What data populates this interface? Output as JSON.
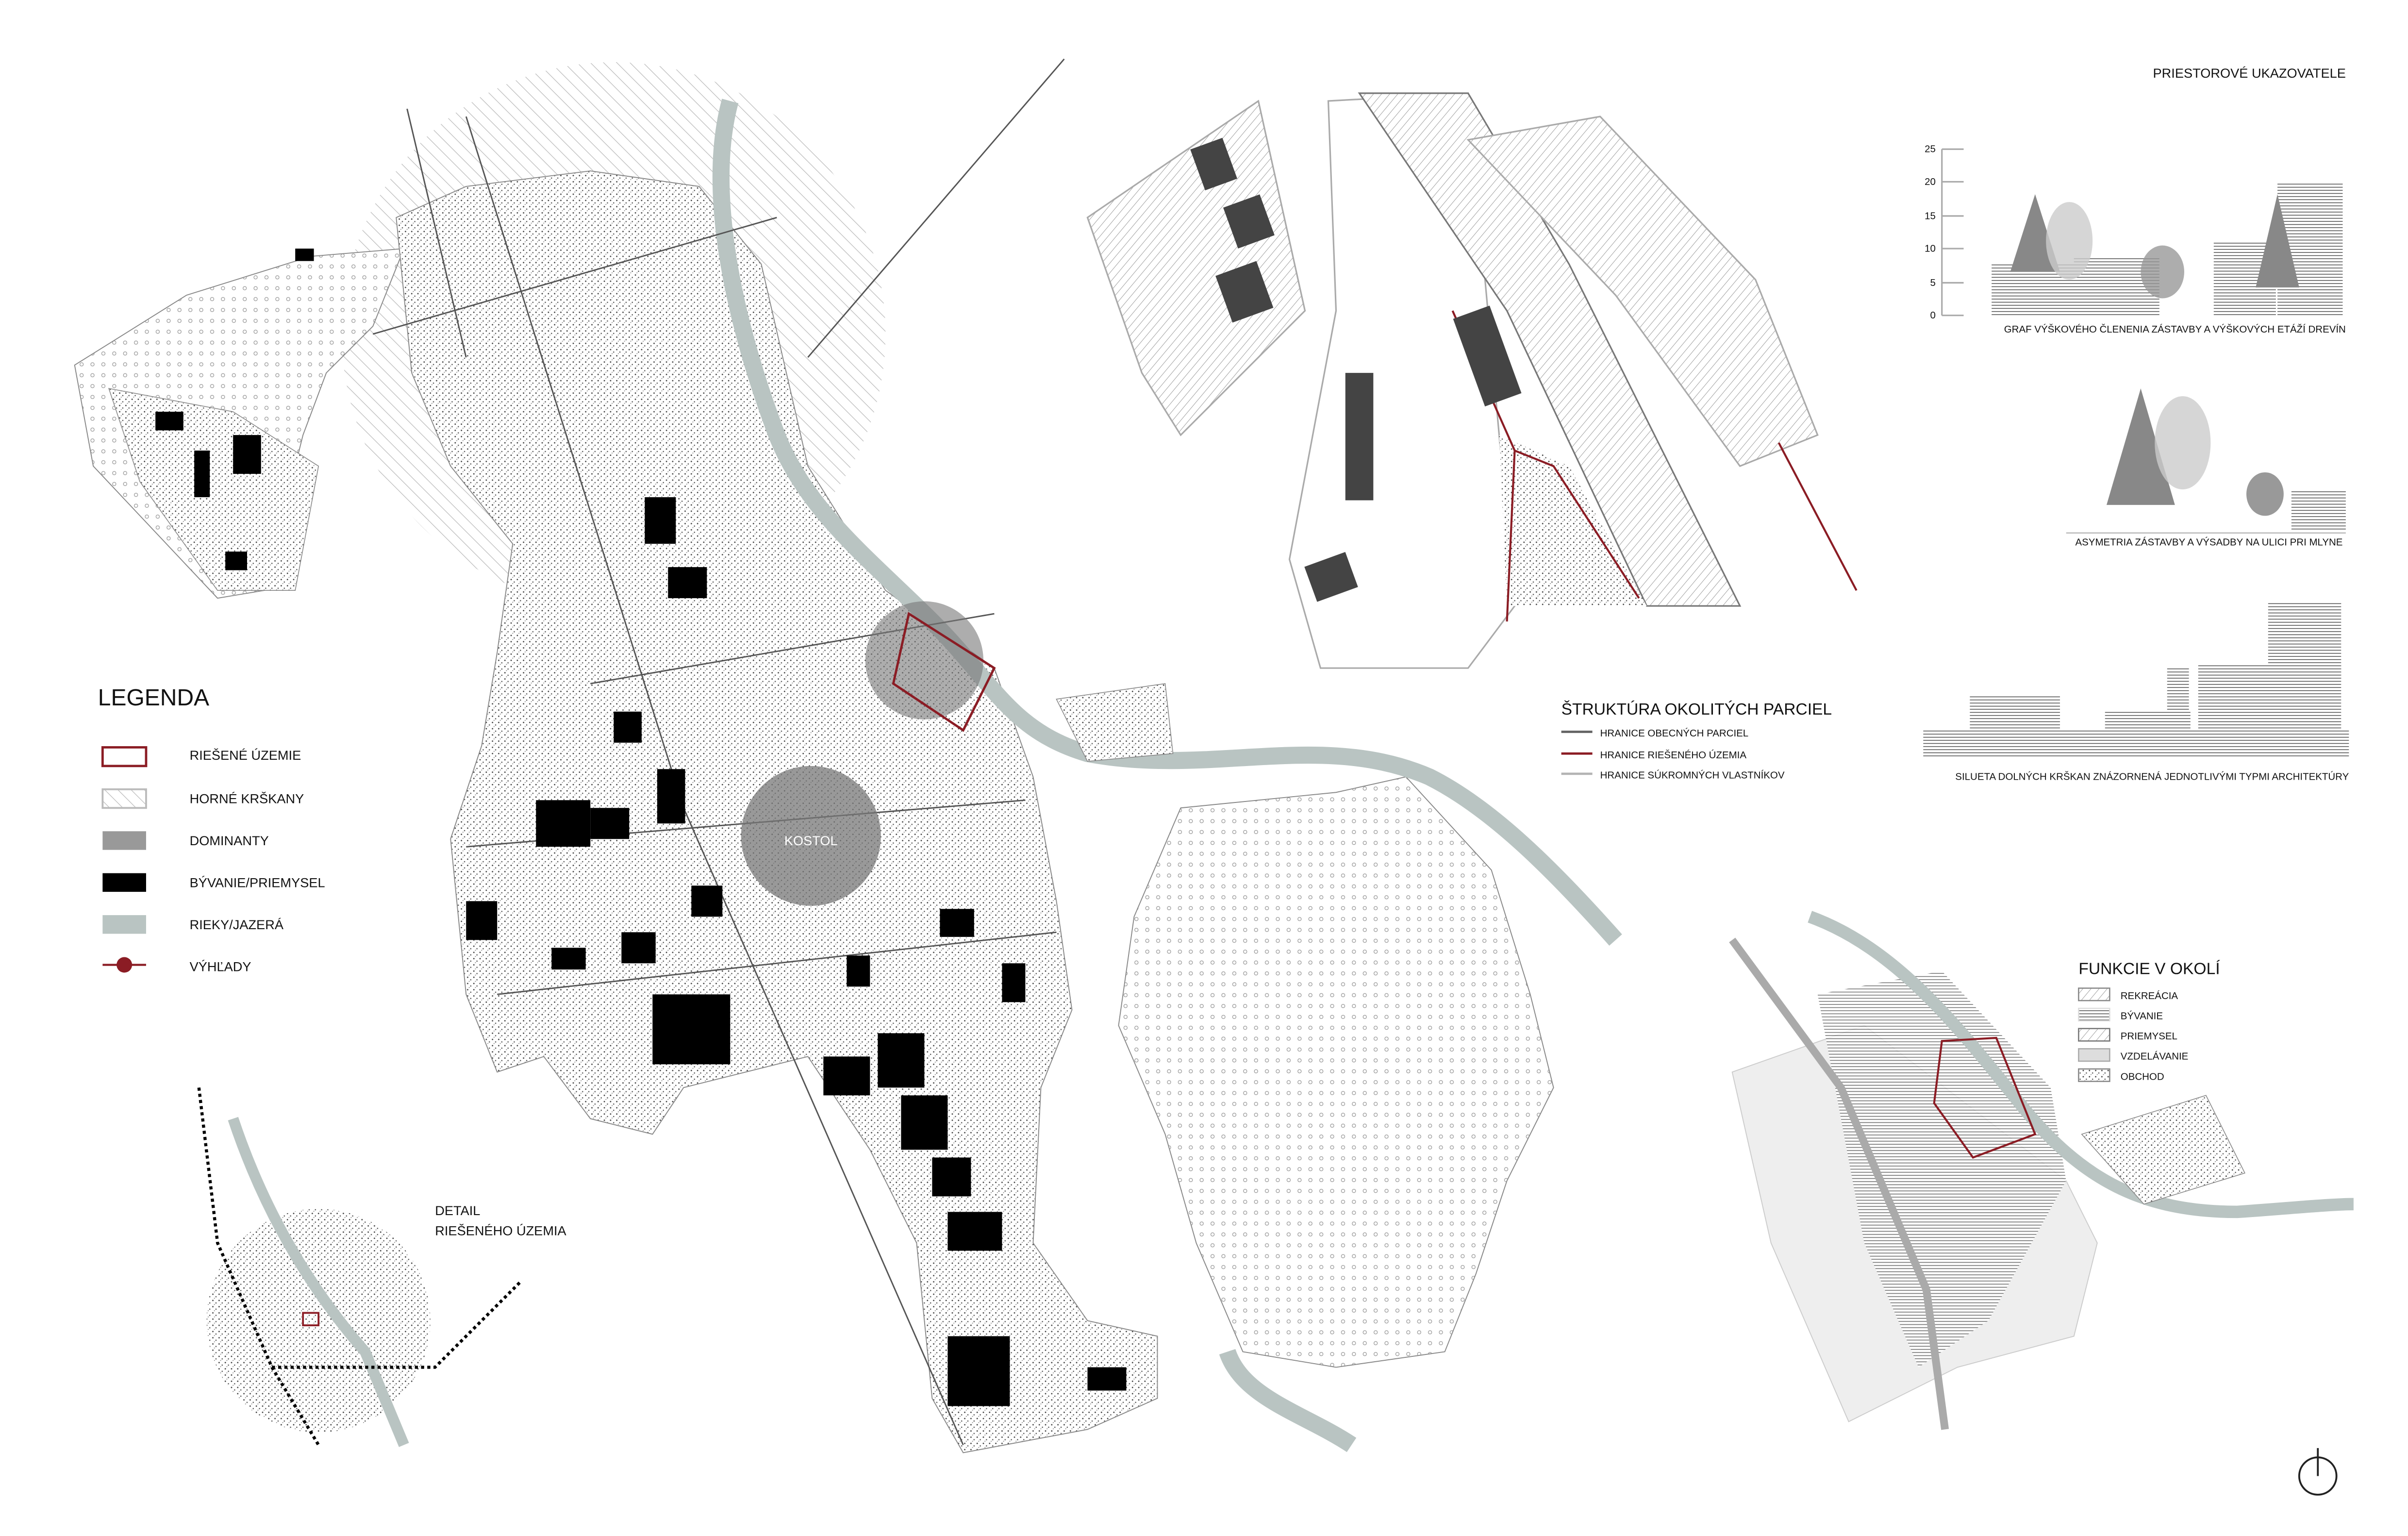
{
  "legend": {
    "title": "LEGENDA",
    "items": [
      {
        "label": "RIEŠENÉ ÚZEMIE",
        "icon": "red-outline-rect"
      },
      {
        "label": "HORNÉ KRŠKANY",
        "icon": "hatched-rect"
      },
      {
        "label": "DOMINANTY",
        "icon": "gray-rect"
      },
      {
        "label": "BÝVANIE/PRIEMYSEL",
        "icon": "black-rect"
      },
      {
        "label": "RIEKY/JAZERÁ",
        "icon": "blue-gray-rect"
      },
      {
        "label": "VÝHĽADY",
        "icon": "viewpoint-line-dot"
      }
    ]
  },
  "map": {
    "church_label": "KOSTOL",
    "detail_label_line1": "DETAIL",
    "detail_label_line2": "RIEŠENÉHO ÚZEMIA"
  },
  "indicators": {
    "title": "PRIESTOROVÉ UKAZOVATELE",
    "height_chart": {
      "y_ticks": [
        "25",
        "20",
        "15",
        "10",
        "5",
        "0"
      ],
      "caption": "GRAF VÝŠKOVÉHO ČLENENIA ZÁSTAVBY A VÝŠKOVÝCH ETÁŽÍ DREVÍN"
    },
    "asymmetry_caption": "ASYMETRIA ZÁSTAVBY A VÝSADBY NA ULICI PRI MLYNE",
    "silhouette_caption": "SILUETA DOLNÝCH KRŠKAN ZNÁZORNENÁ JEDNOTLIVÝMI TYPMI ARCHITEKTÚRY"
  },
  "parcels": {
    "title": "ŠTRUKTÚRA OKOLITÝCH PARCIEL",
    "items": [
      {
        "label": "HRANICE OBECNÝCH PARCIEL",
        "color": "#666666"
      },
      {
        "label": "HRANICE RIEŠENÉHO ÚZEMIA",
        "color": "#8b1c24"
      },
      {
        "label": "HRANICE SÚKROMNÝCH VLASTNÍKOV",
        "color": "#b3b3b3"
      }
    ]
  },
  "functions": {
    "title": "FUNKCIE V OKOLÍ",
    "items": [
      {
        "label": "REKREÁCIA"
      },
      {
        "label": "BÝVANIE"
      },
      {
        "label": "PRIEMYSEL"
      },
      {
        "label": "VZDELÁVANIE"
      },
      {
        "label": "OBCHOD"
      }
    ]
  },
  "colors": {
    "accent_red": "#8b1c24",
    "river": "#b9c4c2",
    "dominant": "#999999",
    "building": "#000000"
  }
}
